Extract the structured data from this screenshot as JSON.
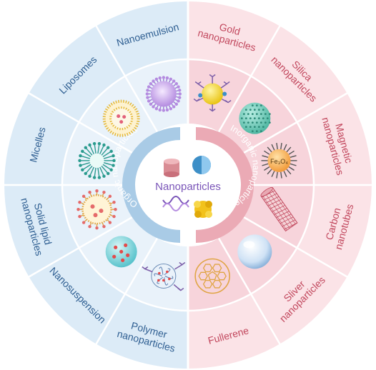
{
  "center": {
    "title": "Nanoparticles"
  },
  "groups": {
    "organic": {
      "label": "Organic nanoparticles",
      "color": "#2f6fa8",
      "bg": "#a9cbe6"
    },
    "inorganic": {
      "label": "Inorganic nanoparticles",
      "color": "#c2485e",
      "bg": "#ebaab5"
    }
  },
  "organic_items": [
    {
      "label": "Nanoemulsion",
      "icon": "nanoemulsion-icon"
    },
    {
      "label": "Liposomes",
      "icon": "liposome-icon"
    },
    {
      "label": "Micelles",
      "icon": "micelle-icon"
    },
    {
      "label": "Solid lipid nanoparticles",
      "icon": "solid-lipid-icon"
    },
    {
      "label": "Nanosuspension",
      "icon": "nanosuspension-icon"
    },
    {
      "label": "Polymer nanoparticles",
      "icon": "polymer-icon"
    }
  ],
  "inorganic_items": [
    {
      "label": "Gold nanoparticles",
      "icon": "gold-nanoparticle-icon"
    },
    {
      "label": "Silica nanoparticles",
      "icon": "silica-icon"
    },
    {
      "label": "Magnetic nanoparticles",
      "icon": "magnetic-icon",
      "core": "Fe₃O₄"
    },
    {
      "label": "Carbon nanotubes",
      "icon": "nanotube-icon"
    },
    {
      "label": "Sliver nanoparticles",
      "icon": "silver-icon"
    },
    {
      "label": "Fullerene",
      "icon": "fullerene-icon"
    }
  ],
  "colors": {
    "organic_text": "#2f5f92",
    "inorganic_text": "#c2485e",
    "organic_outer": "#dcebf7",
    "organic_inner": "#e9f2fa",
    "inorganic_outer": "#fbe3e7",
    "inorganic_inner": "#f7d4db"
  }
}
